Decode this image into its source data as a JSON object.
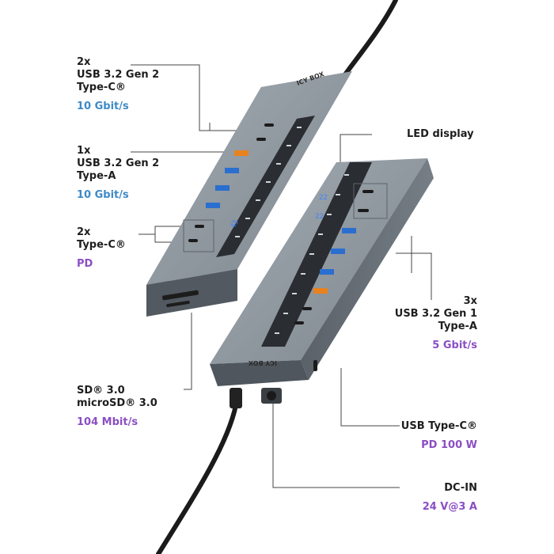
{
  "brand": {
    "logo_text": "ICY BOX"
  },
  "callouts": {
    "typec_gen2": {
      "lines": [
        "2x",
        "USB 3.2 Gen 2",
        "Type-C®"
      ],
      "speed": "10 Gbit/s"
    },
    "typea_gen2": {
      "lines": [
        "1x",
        "USB 3.2 Gen 2",
        "Type-A"
      ],
      "speed": "10 Gbit/s"
    },
    "typec_pd": {
      "lines": [
        "2x",
        "Type-C®"
      ],
      "speed": "PD"
    },
    "sd": {
      "lines": [
        "SD® 3.0",
        "microSD® 3.0"
      ],
      "speed": "104 Mbit/s"
    },
    "led": {
      "lines": [
        "LED display"
      ]
    },
    "typea_gen1": {
      "lines": [
        "3x",
        "USB 3.2 Gen 1",
        "Type-A"
      ],
      "speed": "5 Gbit/s"
    },
    "usbc_pd": {
      "lines": [
        "USB Type-C®"
      ],
      "speed": "PD 100 W"
    },
    "dcin": {
      "lines": [
        "DC-IN"
      ],
      "speed": "24 V@3 A"
    }
  },
  "displays": {
    "left_readout": "45",
    "right_readout_1": "22",
    "right_readout_2": "22"
  },
  "colors": {
    "housing": "#8e969e",
    "housing_dark": "#5f666d",
    "panel": "#2a2d31",
    "usb_a_blue": "#2a6fcf",
    "usb_a_orange": "#e8821e",
    "speed_blue": "#3e8ac7",
    "speed_purple": "#8a4fc4"
  }
}
